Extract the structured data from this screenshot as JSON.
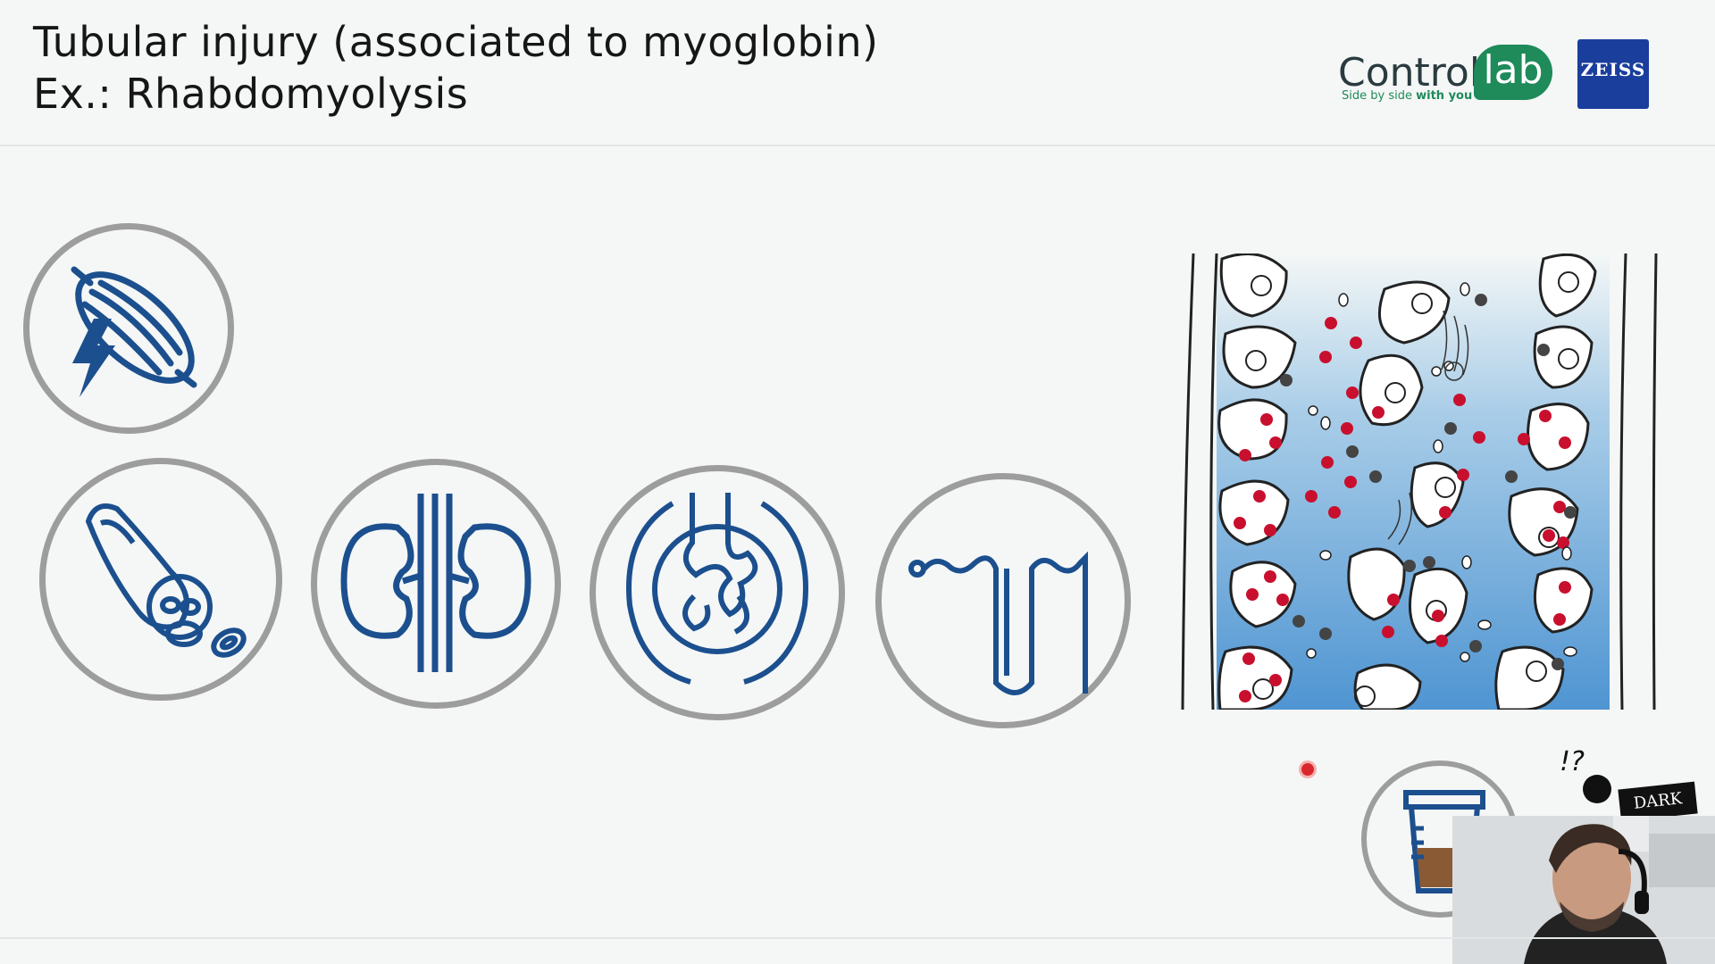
{
  "slide": {
    "title_line1": "Tubular injury (associated to myoglobin)",
    "title_line2": "Ex.: Rhabdomyolysis"
  },
  "branding": {
    "controllab_main": "Control",
    "controllab_badge": "lab",
    "controllab_tagline": "Side by side",
    "controllab_tagline_bold": "with you",
    "zeiss_text": "ZEISS",
    "brand_green": "#1f8a5a",
    "zeiss_blue": "#1a3e9c"
  },
  "icons": {
    "color": "#1c4f8e",
    "ring_color": "#9d9d9d",
    "items": [
      "muscle-injury-icon",
      "red-blood-cells-icon",
      "kidneys-icon",
      "glomerulus-icon",
      "nephron-tubule-icon",
      "urine-cup-icon"
    ]
  },
  "overlay": {
    "question_mark": "!?",
    "dark_label": "DARK"
  }
}
